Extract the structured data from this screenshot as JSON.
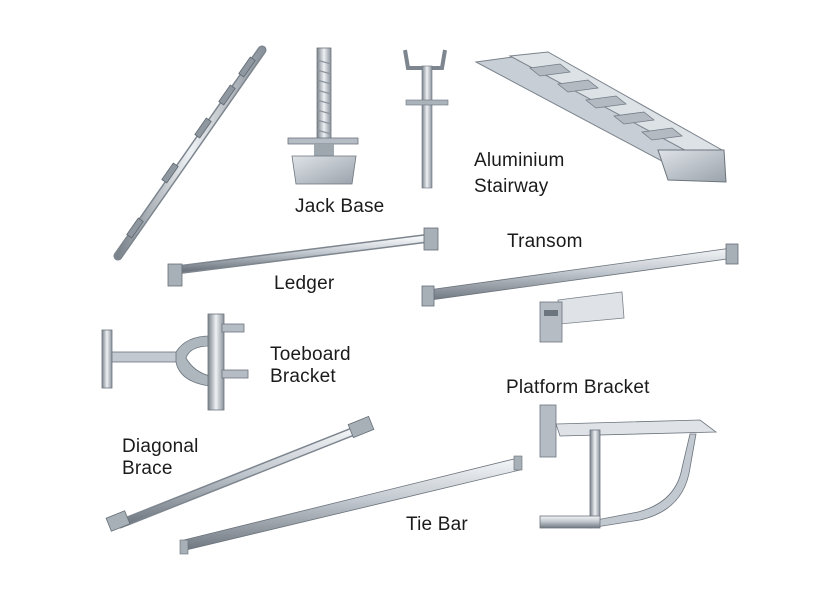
{
  "colors": {
    "background": "#ffffff",
    "metal_light": "#e9edf1",
    "metal_mid": "#b9c0c8",
    "metal_dark": "#6c747d",
    "label_text": "#1b1b1b"
  },
  "labels": {
    "jack_base": "Jack Base",
    "aluminium_stairway": [
      "Aluminium",
      "Stairway"
    ],
    "transom": "Transom",
    "ledger": "Ledger",
    "toeboard_bracket": [
      "Toeboard",
      "Bracket"
    ],
    "platform_bracket": "Platform Bracket",
    "diagonal_brace": [
      "Diagonal",
      "Brace"
    ],
    "tie_bar": "Tie Bar"
  }
}
